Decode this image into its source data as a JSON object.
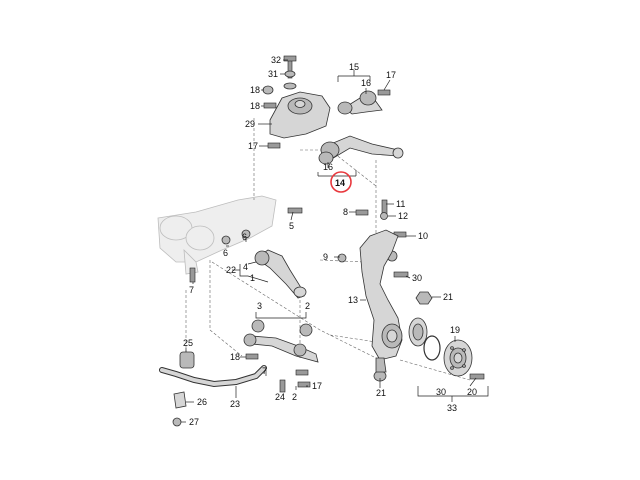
{
  "callouts": {
    "c1": "1",
    "c2": "2",
    "c3": "3",
    "c4": "4",
    "c5": "5",
    "c6": "6",
    "c7": "7",
    "c8": "8",
    "c9": "9",
    "c10": "10",
    "c11": "11",
    "c12": "12",
    "c13": "13",
    "c14": "14",
    "c15": "15",
    "c16": "16",
    "c17": "17",
    "c18": "18",
    "c19": "19",
    "c20": "20",
    "c21": "21",
    "c22": "22",
    "c23": "23",
    "c24": "24",
    "c25": "25",
    "c26": "26",
    "c27": "27",
    "c29": "29",
    "c30": "30",
    "c31": "31",
    "c32": "32",
    "c33": "33"
  },
  "highlight": {
    "color": "#e8383d",
    "label": "14"
  }
}
